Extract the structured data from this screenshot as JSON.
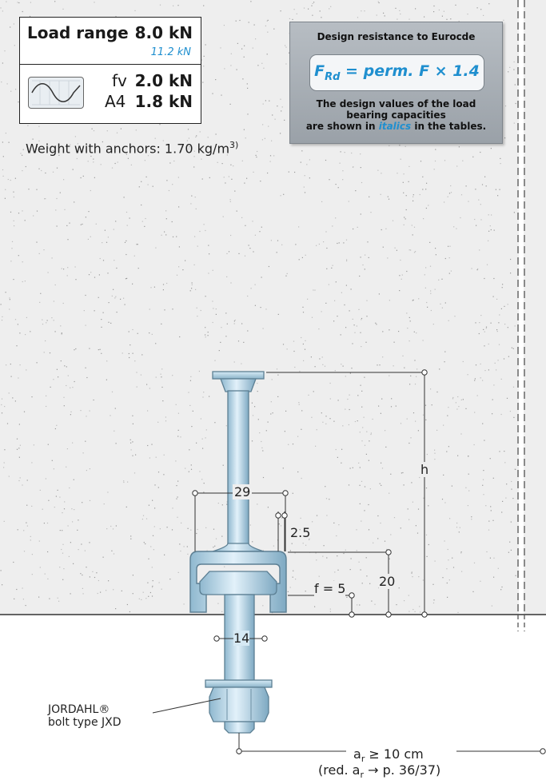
{
  "load_range": {
    "title": "Load range",
    "value": "8.0 kN",
    "design_value": "11.2 kN",
    "fv_label": "fv",
    "fv_value": "2.0 kN",
    "a4_label": "A4",
    "a4_value": "1.8 kN"
  },
  "weight": {
    "text": "Weight with anchors: 1.70 kg/m",
    "footnote": "3)"
  },
  "eurocode": {
    "title": "Design resistance to Eurocde",
    "formula_f": "F",
    "formula_sub": "Rd",
    "formula_rest": " = perm. F × 1.4",
    "note_line1": "The design values of the load",
    "note_line2": "bearing capacities",
    "note_line3_pre": "are shown in ",
    "note_line3_italic": "italics",
    "note_line3_post": " in the tables."
  },
  "dimensions": {
    "width": "29",
    "lip": "2.5",
    "height": "20",
    "f_label": "f = 5",
    "bolt": "14",
    "h": "h"
  },
  "bolt": {
    "line1": "JORDAHL®",
    "line2": "bolt type JXD"
  },
  "edge_distance": {
    "a": "a",
    "sub": "r",
    "rest": " ≥ 10 cm",
    "red_pre": "(red. a",
    "red_sub": "r",
    "red_post": " → p. 36/37)"
  },
  "colors": {
    "accent": "#1f8fcf",
    "concrete": "#eeeeee",
    "steel": "#b9dcef",
    "steel_dark": "#5c7f93"
  }
}
